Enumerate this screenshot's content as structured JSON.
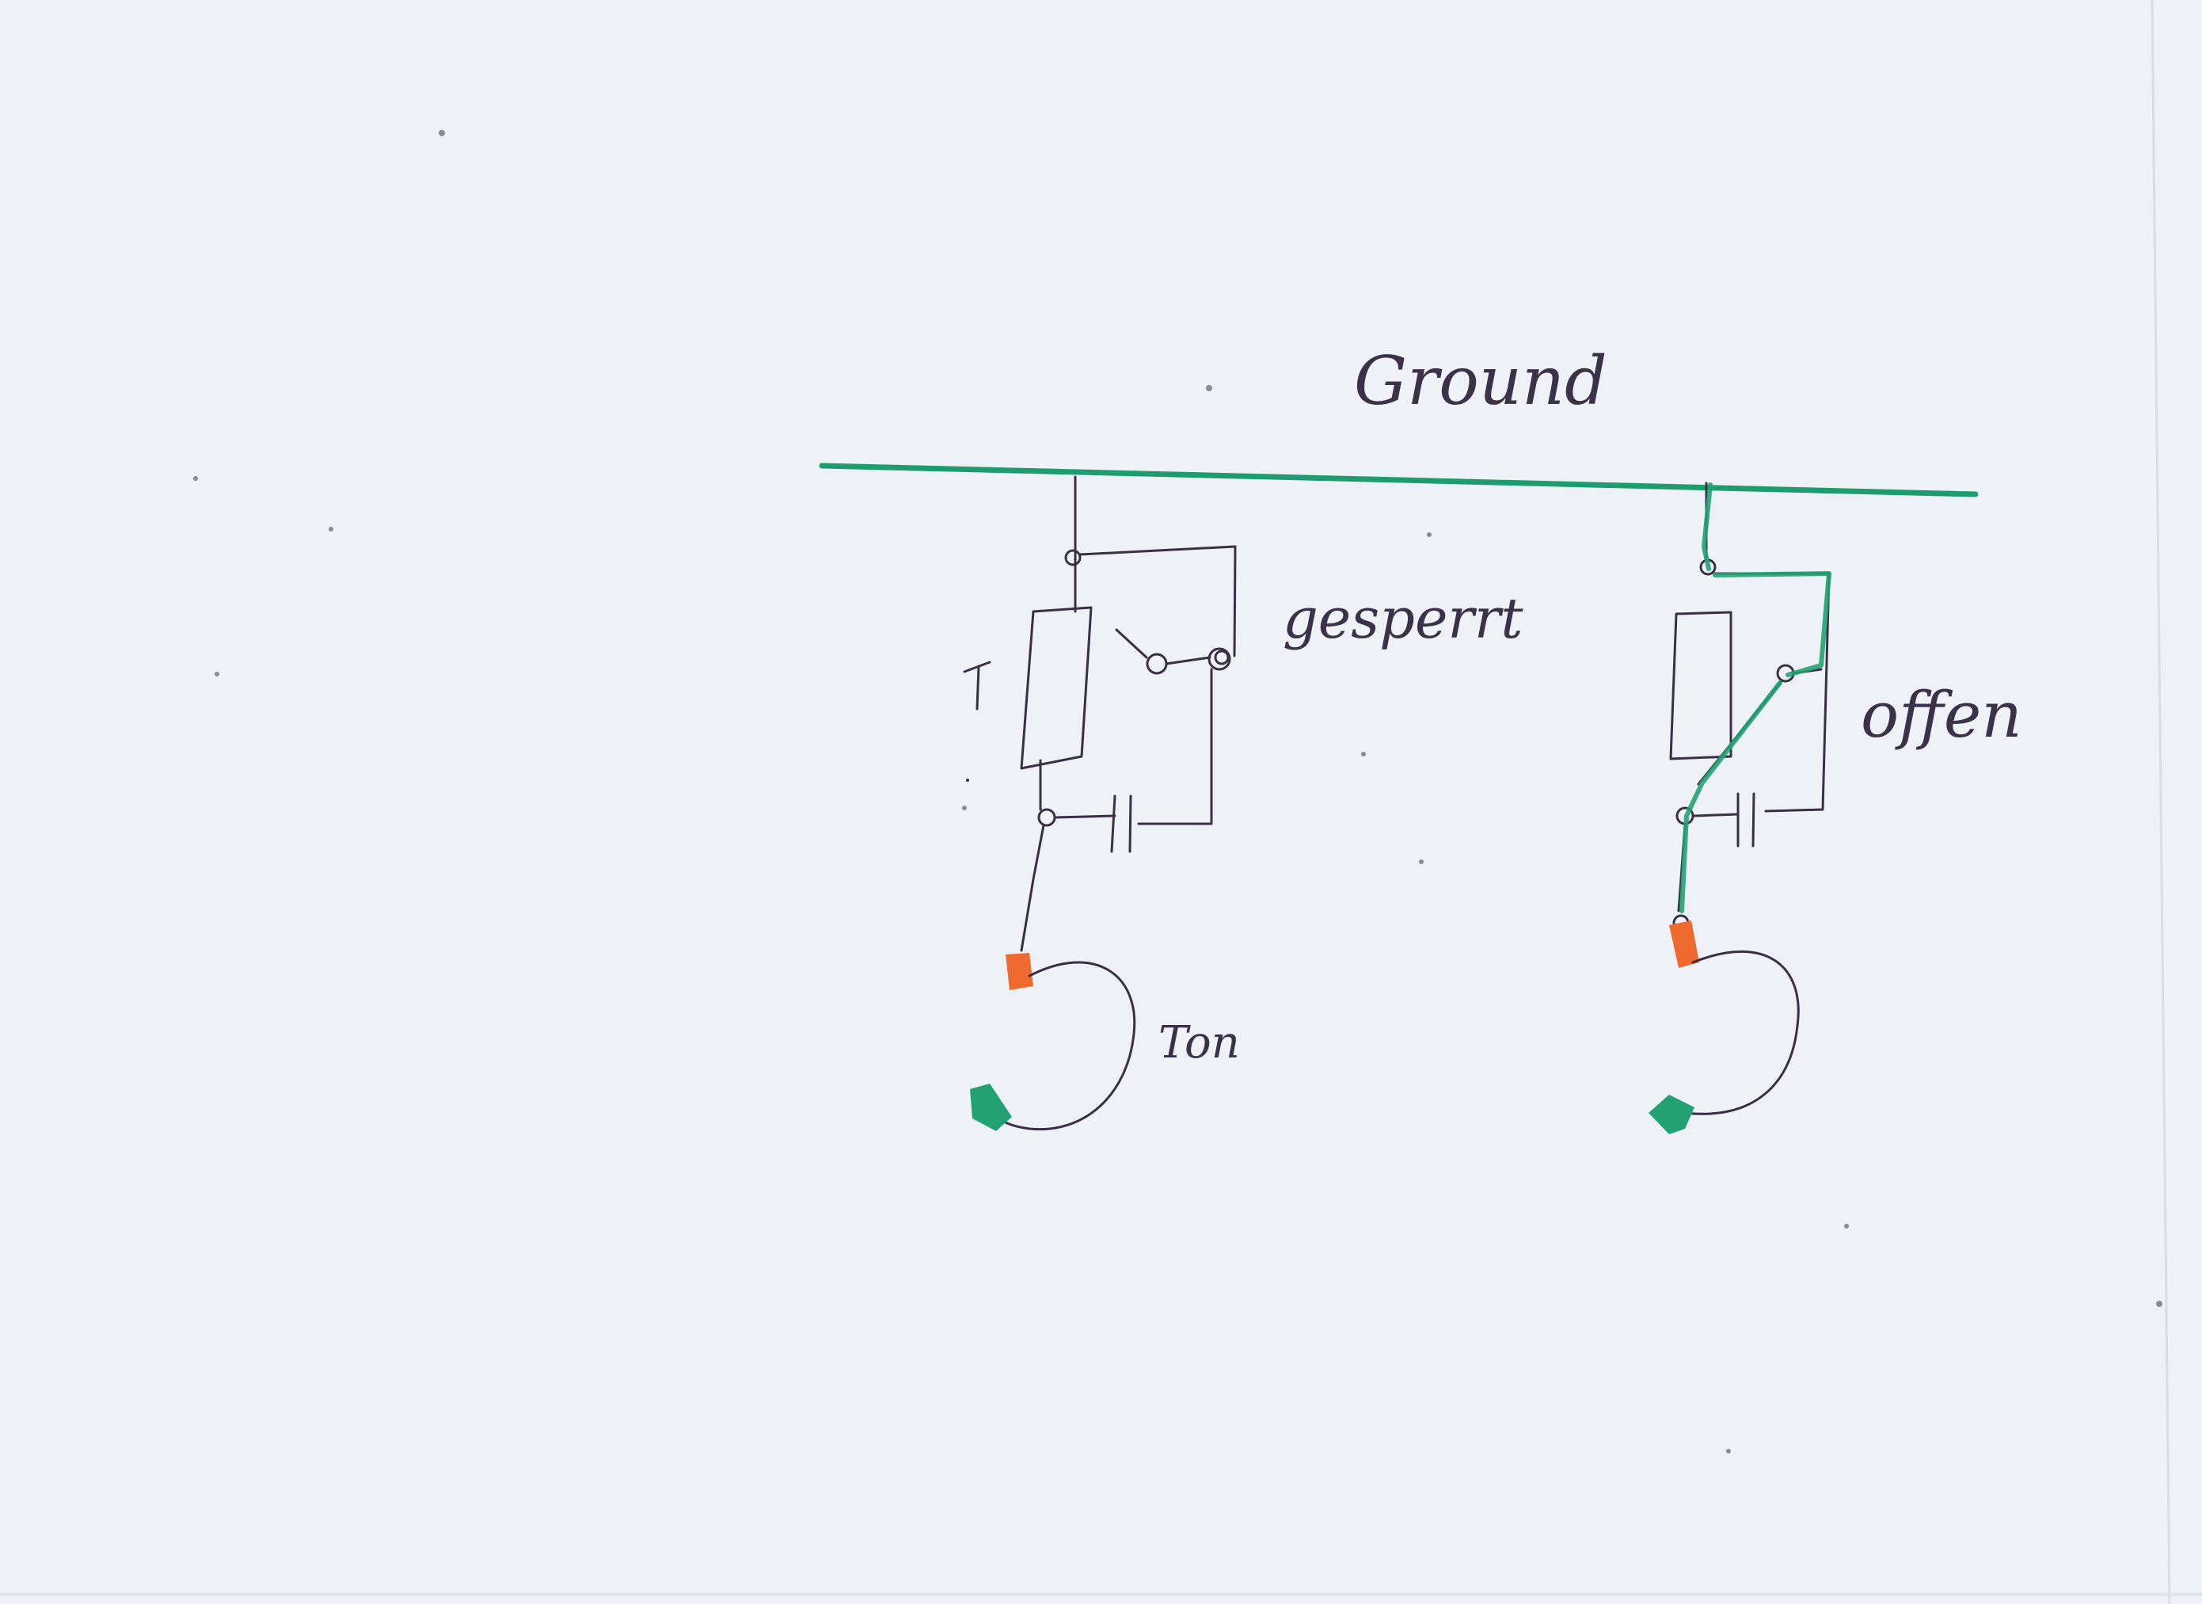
{
  "labels": {
    "ground": "Ground",
    "state_left": "gesperrt",
    "state_right": "offen",
    "tone": "Ton"
  },
  "colors": {
    "paper": "#eef1f6",
    "pen": "#3a3046",
    "ground_marker": "#1f9b70",
    "pad_orange": "#ee6a2e",
    "pad_green": "#22a273"
  },
  "circuits": [
    {
      "id": "left",
      "state_key": "state_left",
      "current_path_highlighted": false
    },
    {
      "id": "right",
      "state_key": "state_right",
      "current_path_highlighted": true
    }
  ]
}
